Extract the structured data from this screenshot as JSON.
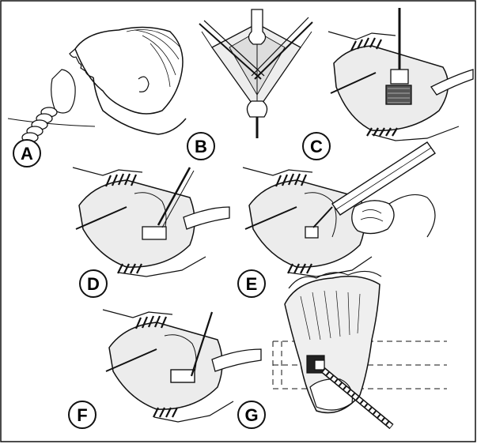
{
  "figure": {
    "panels": [
      {
        "id": "A",
        "label": "A",
        "content": "patient-head-tilted-with-endotracheal-tube"
      },
      {
        "id": "B",
        "label": "B",
        "content": "neck-incision-with-retractors-and-clamps"
      },
      {
        "id": "C",
        "label": "C",
        "content": "exposed-larynx-with-rectangular-window-marker"
      },
      {
        "id": "D",
        "label": "D",
        "content": "scalpel-incising-thyroid-cartilage"
      },
      {
        "id": "E",
        "label": "E",
        "content": "drill-creating-window-in-cartilage"
      },
      {
        "id": "F",
        "label": "F",
        "content": "implant-inserted-through-window"
      },
      {
        "id": "G",
        "label": "G",
        "content": "larynx-cross-section-with-implant-and-cable"
      }
    ],
    "colors": {
      "line": "#111111",
      "background": "#ffffff",
      "tissue": "#e9e9e9"
    }
  }
}
